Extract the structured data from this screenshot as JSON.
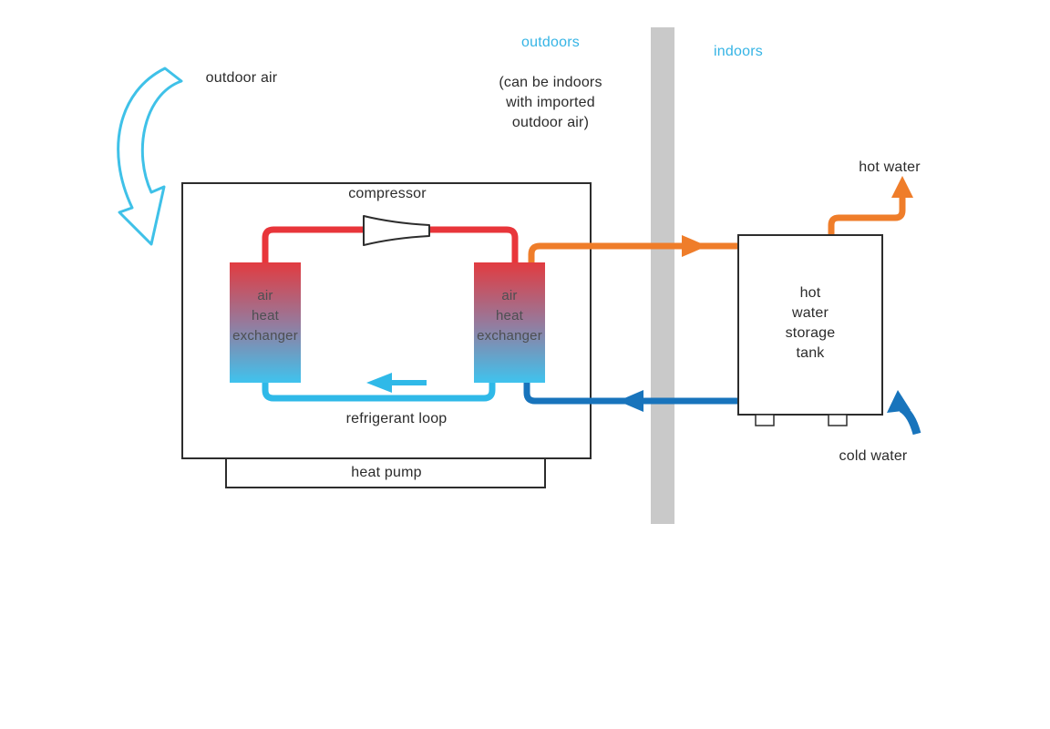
{
  "diagram": {
    "zones": {
      "outdoors": "outdoors",
      "outdoors_note": "(can be indoors\nwith imported\noutdoor air)",
      "indoors": "indoors",
      "outdoor_air": "outdoor air"
    },
    "heat_pump": {
      "compressor": "compressor",
      "air_heat_exchanger": "air\nheat\nexchanger",
      "refrigerant_loop": "refrigerant loop",
      "label": "heat pump"
    },
    "water": {
      "hot_water": "hot water",
      "cold_water": "cold water",
      "tank_label": "hot\nwater\nstorage\ntank"
    },
    "colors": {
      "cyan": "#2fb9e8",
      "red": "#e8353a",
      "orange": "#ef7d2a",
      "dark_blue": "#1874bc",
      "wall_gray": "#c9c9c9",
      "outline_black": "#2d2d2d"
    }
  }
}
